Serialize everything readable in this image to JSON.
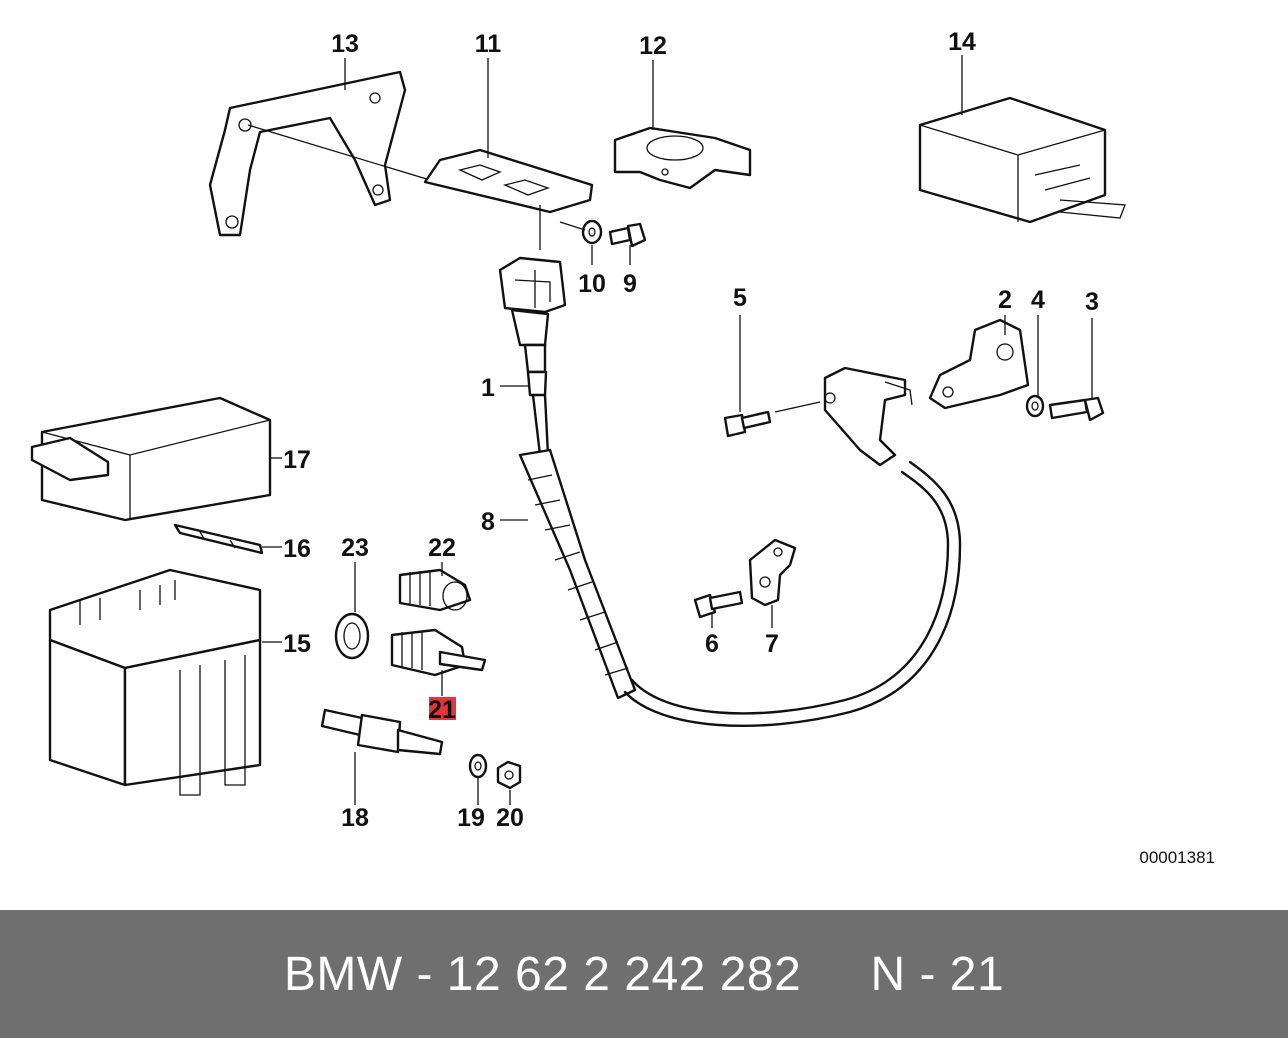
{
  "diagram": {
    "labels": [
      {
        "id": "p13",
        "text": "13"
      },
      {
        "id": "p11",
        "text": "11"
      },
      {
        "id": "p12",
        "text": "12"
      },
      {
        "id": "p14",
        "text": "14"
      },
      {
        "id": "p10",
        "text": "10"
      },
      {
        "id": "p9",
        "text": "9"
      },
      {
        "id": "p1",
        "text": "1"
      },
      {
        "id": "p5",
        "text": "5"
      },
      {
        "id": "p2",
        "text": "2"
      },
      {
        "id": "p4",
        "text": "4"
      },
      {
        "id": "p3",
        "text": "3"
      },
      {
        "id": "p17",
        "text": "17"
      },
      {
        "id": "p8",
        "text": "8"
      },
      {
        "id": "p16",
        "text": "16"
      },
      {
        "id": "p23",
        "text": "23"
      },
      {
        "id": "p22",
        "text": "22"
      },
      {
        "id": "p15",
        "text": "15"
      },
      {
        "id": "p6",
        "text": "6"
      },
      {
        "id": "p7",
        "text": "7"
      },
      {
        "id": "p21",
        "text": "21"
      },
      {
        "id": "p18",
        "text": "18"
      },
      {
        "id": "p19",
        "text": "19"
      },
      {
        "id": "p20",
        "text": "20"
      }
    ],
    "highlighted_part": "21",
    "highlight_color": "#e8323c",
    "reference_number": "00001381"
  },
  "footer": {
    "text": "BMW - 12 62 2 242 282     N - 21",
    "background": "#6f6f6f"
  }
}
